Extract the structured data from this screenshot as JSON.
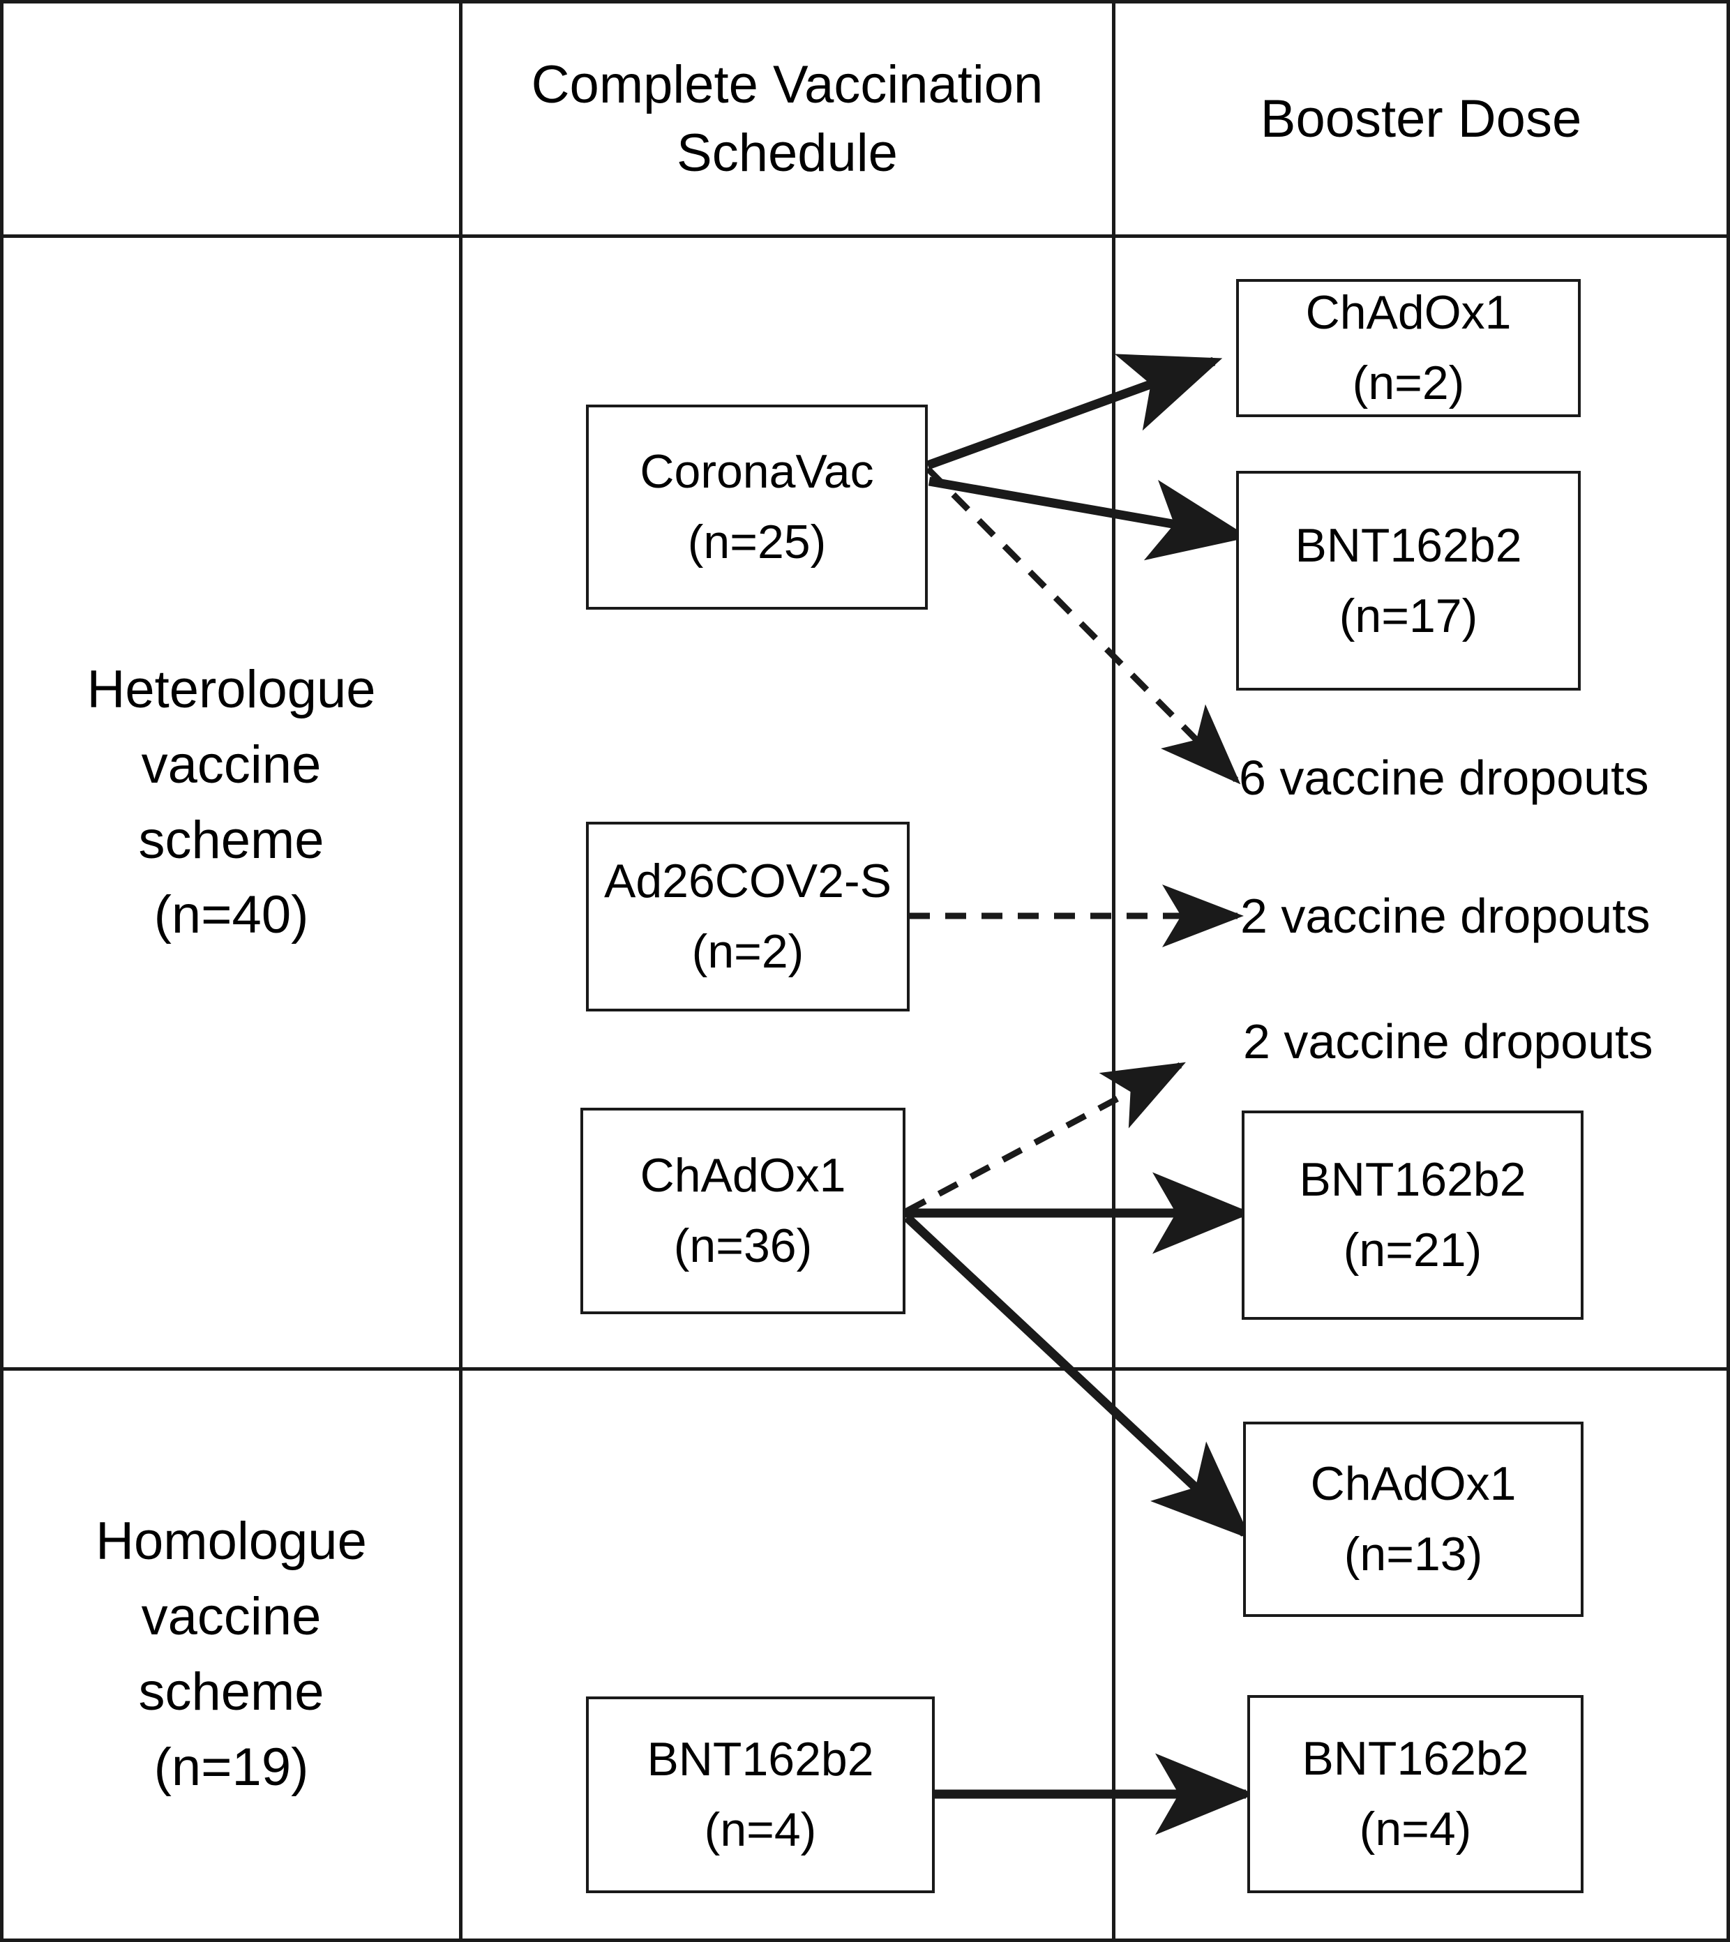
{
  "figure": {
    "type": "flow-diagram",
    "title": "Vaccination scheme and booster dose flow chart"
  },
  "header": {
    "col1_label": "",
    "col2_label": "Complete Vaccination Schedule",
    "col3_label": "Booster Dose"
  },
  "groups": {
    "heterologue": {
      "line1": "Heterologue",
      "line2": "vaccine",
      "line3": "scheme",
      "line4": "(n=40)"
    },
    "homologue": {
      "line1": "Homologue",
      "line2": "vaccine",
      "line3": "scheme",
      "line4": "(n=19)"
    }
  },
  "nodes": {
    "coronavac": {
      "name": "CoronaVac",
      "count": "(n=25)"
    },
    "ad26cov2s": {
      "name": "Ad26COV2-S",
      "count": "(n=2)"
    },
    "chadox1_primary": {
      "name": "ChAdOx1",
      "count": "(n=36)"
    },
    "bnt162b2_primary": {
      "name": "BNT162b2",
      "count": "(n=4)"
    },
    "chadox1_boost_2": {
      "name": "ChAdOx1",
      "count": "(n=2)"
    },
    "bnt162b2_boost_17": {
      "name": "BNT162b2",
      "count": "(n=17)"
    },
    "bnt162b2_boost_21": {
      "name": "BNT162b2",
      "count": "(n=21)"
    },
    "chadox1_boost_13": {
      "name": "ChAdOx1",
      "count": "(n=13)"
    },
    "bnt162b2_boost_4": {
      "name": "BNT162b2",
      "count": "(n=4)"
    }
  },
  "dropouts": {
    "from_coronavac": "6 vaccine dropouts",
    "from_ad26cov2s": "2 vaccine dropouts",
    "from_chadox1": "2 vaccine dropouts"
  },
  "edges": [
    {
      "from": "coronavac",
      "to": "chadox1_boost_2",
      "style": "solid"
    },
    {
      "from": "coronavac",
      "to": "bnt162b2_boost_17",
      "style": "solid"
    },
    {
      "from": "coronavac",
      "to": "from_coronavac",
      "style": "dashed"
    },
    {
      "from": "ad26cov2s",
      "to": "from_ad26cov2s",
      "style": "dashed"
    },
    {
      "from": "chadox1_primary",
      "to": "from_chadox1",
      "style": "dashed"
    },
    {
      "from": "chadox1_primary",
      "to": "bnt162b2_boost_21",
      "style": "solid"
    },
    {
      "from": "chadox1_primary",
      "to": "chadox1_boost_13",
      "style": "solid"
    },
    {
      "from": "bnt162b2_primary",
      "to": "bnt162b2_boost_4",
      "style": "solid"
    }
  ],
  "colors": {
    "line": "#1a1a1a",
    "text": "#000000",
    "background": "#ffffff"
  }
}
